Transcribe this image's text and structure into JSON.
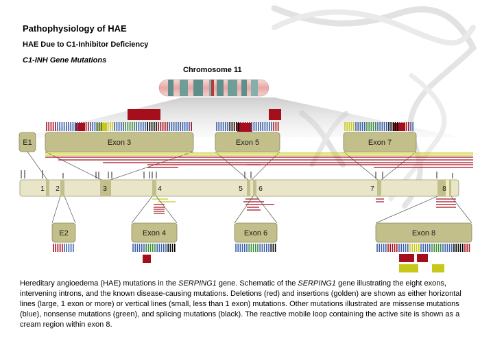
{
  "header": {
    "title": "Pathophysiology of HAE",
    "subtitle": "HAE Due to C1-Inhibitor Deficiency",
    "section": "C1-INH Gene Mutations"
  },
  "chromosome": {
    "label": "Chromosome 11"
  },
  "gene": {
    "exon_numbers": [
      "1",
      "2",
      "3",
      "4",
      "5",
      "6",
      "7",
      "8"
    ],
    "exon_boxes": {
      "e1": "E1",
      "e2": "E2",
      "e3": "Exon 3",
      "e4": "Exon 4",
      "e5": "Exon 5",
      "e6": "Exon 6",
      "e7": "Exon 7",
      "e8": "Exon 8"
    }
  },
  "legend_colors": {
    "deletion": "#a50f1c",
    "insertion": "#c8c81a",
    "missense": "#3a5fa8",
    "nonsense": "#3a8a3a",
    "splicing": "#000000",
    "exon": "#c3bf8a",
    "gene_bar": "#e8e5c8"
  },
  "caption": {
    "p1": "Hereditary angioedema (HAE) mutations in the ",
    "gene1": "SERPING1",
    "p2": " gene. Schematic of the ",
    "gene2": "SERPING1",
    "p3": " gene illustrating the eight exons, intervening introns, and the known disease-causing mutations. Deletions (red) and insertions (golden) are shown as either horizontal lines (large, 1 exon or more) or vertical lines (small, less than 1 exon) mutations. Other mutations illustrated are missense mutations (blue), nonsense mutations (green), and splicing mutations (black). The reactive mobile loop containing the active site is shown as a cream region within exon 8."
  }
}
